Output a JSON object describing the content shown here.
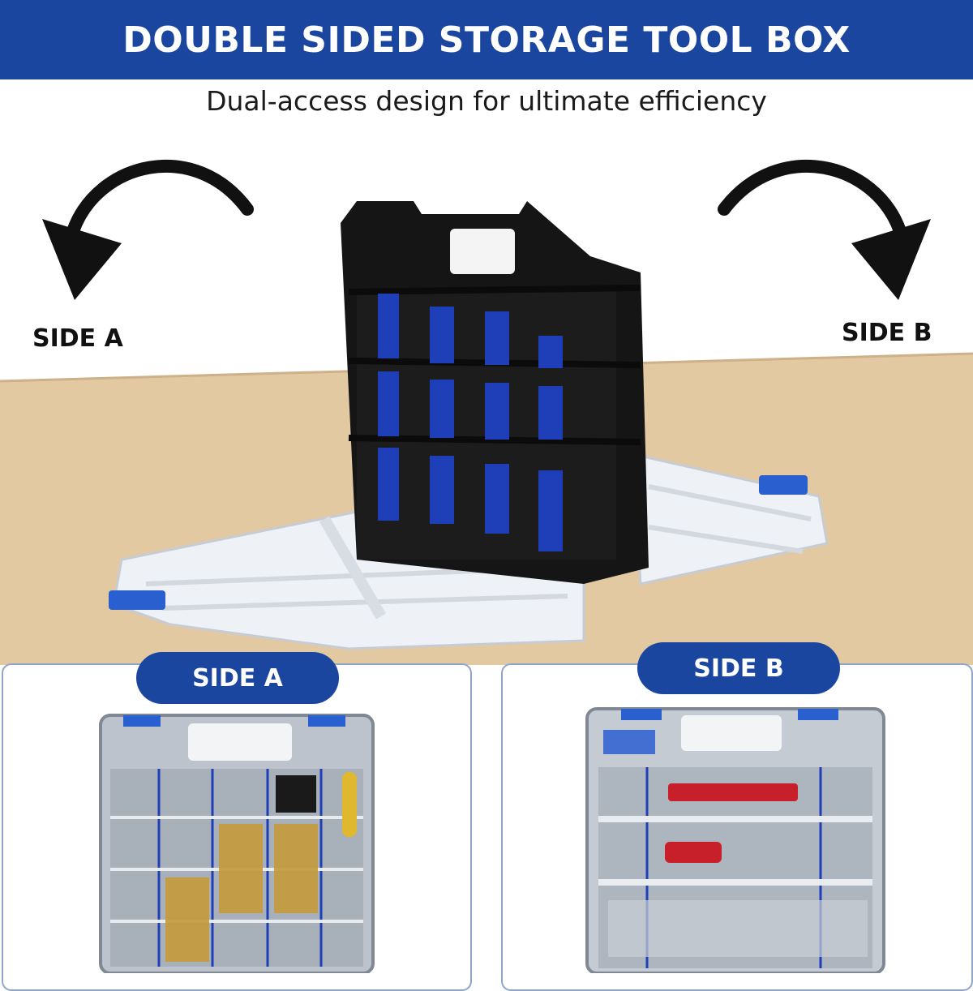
{
  "header": {
    "title": "DOUBLE SIDED STORAGE TOOL BOX",
    "subtitle": "Dual-access design for ultimate efficiency"
  },
  "hero": {
    "left_label": "SIDE A",
    "right_label": "SIDE B",
    "left_arrow_icon": "curved-arrow-left-icon",
    "right_arrow_icon": "curved-arrow-right-icon"
  },
  "panels": [
    {
      "label": "SIDE A"
    },
    {
      "label": "SIDE B"
    }
  ],
  "colors": {
    "brand_blue": "#1b46a0",
    "divider_blue": "#1f3fb8",
    "case_black": "#151515",
    "desk": "#e2c9a2"
  }
}
